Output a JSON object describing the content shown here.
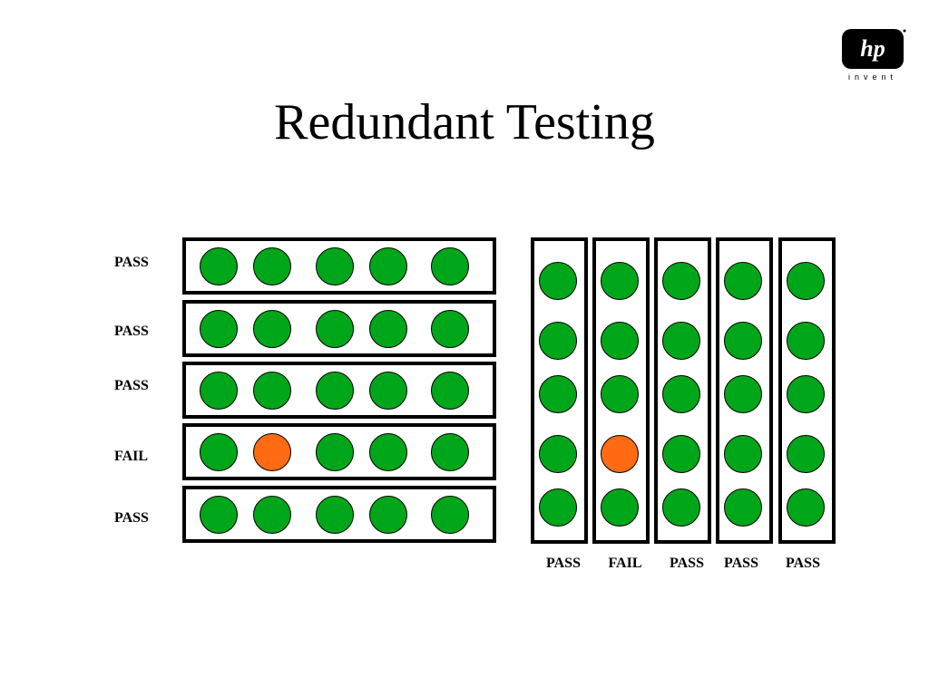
{
  "slide": {
    "title": "Redundant Testing"
  },
  "logo": {
    "text": "invent",
    "mark": "hp"
  },
  "colors": {
    "pass": "#00a61a",
    "fail": "#ff6a12",
    "border": "#000000"
  },
  "row_tests": {
    "rows": [
      {
        "label": "PASS",
        "dots": [
          "pass",
          "pass",
          "pass",
          "pass",
          "pass"
        ]
      },
      {
        "label": "PASS",
        "dots": [
          "pass",
          "pass",
          "pass",
          "pass",
          "pass"
        ]
      },
      {
        "label": "PASS",
        "dots": [
          "pass",
          "pass",
          "pass",
          "pass",
          "pass"
        ]
      },
      {
        "label": "FAIL",
        "dots": [
          "pass",
          "fail",
          "pass",
          "pass",
          "pass"
        ]
      },
      {
        "label": "PASS",
        "dots": [
          "pass",
          "pass",
          "pass",
          "pass",
          "pass"
        ]
      }
    ]
  },
  "column_tests": {
    "columns": [
      {
        "label": "PASS",
        "dots": [
          "pass",
          "pass",
          "pass",
          "pass",
          "pass"
        ]
      },
      {
        "label": "FAIL",
        "dots": [
          "pass",
          "pass",
          "pass",
          "fail",
          "pass"
        ]
      },
      {
        "label": "PASS",
        "dots": [
          "pass",
          "pass",
          "pass",
          "pass",
          "pass"
        ]
      },
      {
        "label": "PASS",
        "dots": [
          "pass",
          "pass",
          "pass",
          "pass",
          "pass"
        ]
      },
      {
        "label": "PASS",
        "dots": [
          "pass",
          "pass",
          "pass",
          "pass",
          "pass"
        ]
      }
    ]
  }
}
